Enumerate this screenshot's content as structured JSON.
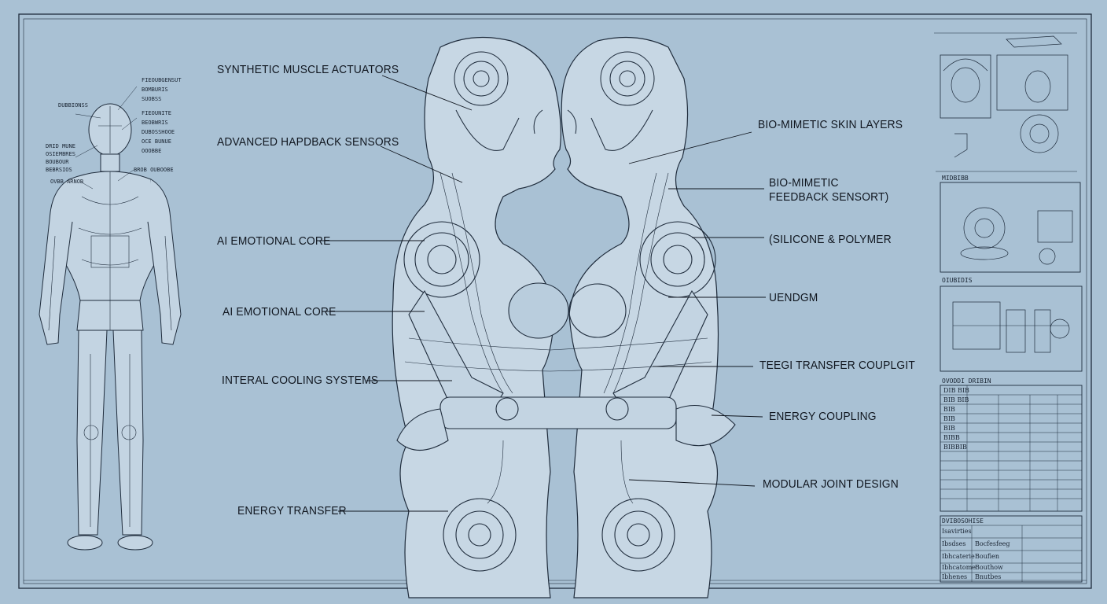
{
  "colors": {
    "background": "#a9c1d4",
    "line": "#1f2c3c",
    "figure_fill": "#c7d7e4",
    "text": "#10161f"
  },
  "callouts_left": [
    {
      "id": "synthetic-muscle",
      "text": "SYNTHETIC MUSCLE ACTUATORS"
    },
    {
      "id": "haptic-sensors",
      "text": "ADVANCED HAPDBACK SENSORS"
    },
    {
      "id": "emotional-core-1",
      "text": "AI EMOTIONAL CORE"
    },
    {
      "id": "emotional-core-2",
      "text": "AI EMOTIONAL CORE"
    },
    {
      "id": "cooling",
      "text": "INTERAL COOLING SYSTEMS"
    },
    {
      "id": "energy-transfer",
      "text": "ENERGY TRANSFER"
    }
  ],
  "callouts_right": [
    {
      "id": "skin-layers",
      "text": "BIO-MIMETIC SKIN LAYERS"
    },
    {
      "id": "feedback-1",
      "text": "BIO-MIMETIC"
    },
    {
      "id": "feedback-2",
      "text": "FEEDBACK SENSORT)"
    },
    {
      "id": "silicone",
      "text": "(SILICONE & POLYMER"
    },
    {
      "id": "uendgm",
      "text": "UENDGM"
    },
    {
      "id": "teegi",
      "text": "TEEGI TRANSFER COUPLGIT"
    },
    {
      "id": "energy-coupling",
      "text": "ENERGY COUPLING"
    },
    {
      "id": "modular-joint",
      "text": "MODULAR JOINT DESIGN"
    }
  ],
  "left_figure_labels": [
    "FIEOUBGENSUT",
    "BOMBURIS",
    "SUOBSS",
    "FIEOUNITE",
    "BEOBWRIS",
    "DUBOSSHOOE",
    "OCE BUNUE",
    "OOOBBE",
    "DUBBIONSS",
    "DRID MUNE",
    "OSIEMBRES",
    "BOUBOUR",
    "BEBRSIOS",
    "OVBB ARNOB",
    "BROB OUBOOBE"
  ],
  "right_panels": {
    "panel2_title": "MIDBIBB",
    "panel3_title": "OIUBIDIS",
    "spec_title": "OVODDI DRIBIN",
    "spec_rows": [
      "DIB BIB",
      "BIB BIB",
      "BIB",
      "BIB",
      "BIB",
      "BIBB",
      "BIBBIB"
    ],
    "bottom_title": "DVIBOSOHISE",
    "bottom_rows": [
      {
        "a": "Isavirties",
        "b": ""
      },
      {
        "a": "Ibsdses",
        "b": "Bocfesfeeg"
      },
      {
        "a": "Ibhcaterie",
        "b": "Boufien"
      },
      {
        "a": "Ibhcatome",
        "b": "Bouthow"
      },
      {
        "a": "Ibhenes",
        "b": "Bnutbes"
      }
    ]
  }
}
